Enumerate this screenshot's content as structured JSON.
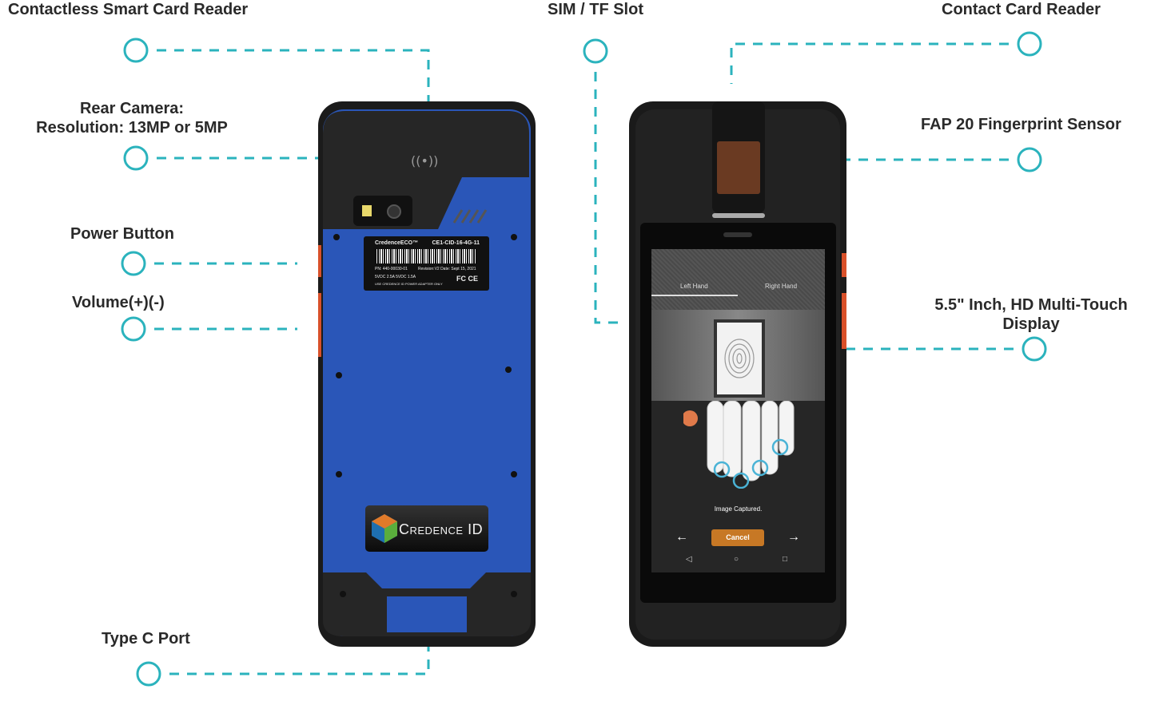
{
  "callouts": {
    "contactless": "Contactless Smart Card Reader",
    "sim": "SIM / TF Slot",
    "contact": "Contact Card Reader",
    "camera_line1": "Rear Camera:",
    "camera_line2": "Resolution: 13MP or 5MP",
    "fingerprint": "FAP 20 Fingerprint Sensor",
    "power": "Power Button",
    "volume": "Volume(+)(-)",
    "display_line1": "5.5\" Inch, HD Multi-Touch",
    "display_line2": "Display",
    "typec": "Type C Port"
  },
  "sticker": {
    "model": "CredenceECO™",
    "code": "CE1-CID-16-4G-11",
    "pn": "PN: 440-00030-01",
    "revision": "Revision:V2  Date: Sept 15, 2021",
    "power": "5VDC 2.5A    5VDC 1.5A",
    "note": "USE CREDENCE ID POWER ADAPTER ONLY",
    "fc": "FC CE"
  },
  "brand": {
    "name": "Credence ID"
  },
  "screen": {
    "tab_left": "Left Hand",
    "tab_right": "Right Hand",
    "status": "Image Captured.",
    "cancel": "Cancel",
    "back_arrow": "←",
    "next_arrow": "→",
    "nav_back": "◁",
    "nav_home": "○",
    "nav_recent": "□"
  },
  "colors": {
    "callout": "#2bb3bd",
    "phone_back": "#2a56b8",
    "accent_orange": "#c77825"
  }
}
